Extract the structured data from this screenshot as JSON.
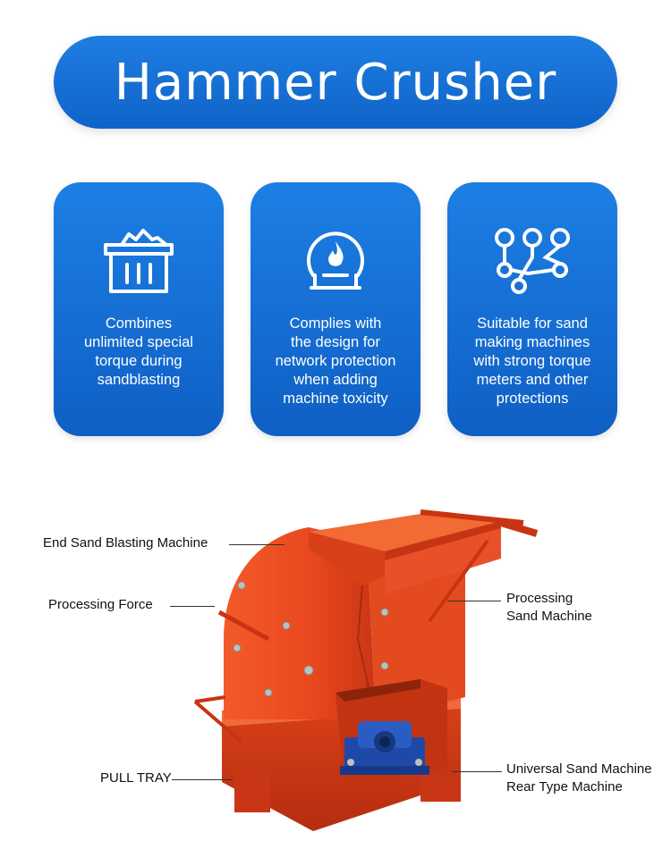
{
  "header": {
    "title": "Hammer Crusher"
  },
  "features": [
    {
      "icon": "building-icon",
      "lines": [
        "Combines",
        "unlimited special",
        "torque during",
        "sandblasting"
      ]
    },
    {
      "icon": "flame-safety-icon",
      "lines": [
        "Complies with",
        "the design for",
        "network protection",
        "when adding",
        "machine toxicity"
      ]
    },
    {
      "icon": "network-nodes-icon",
      "lines": [
        "Suitable for sand",
        "making machines",
        "with strong torque",
        "meters and other",
        "protections"
      ]
    }
  ],
  "callouts": {
    "end_sand": "End Sand Blasting Machine",
    "processing_force": "Processing Force",
    "pull_tray": "PULL TRAY",
    "processing_sand_1": "Processing",
    "processing_sand_2": "Sand Machine",
    "universal_1": "Universal Sand Machine",
    "universal_2": "Rear Type Machine"
  },
  "colors": {
    "brand_blue": "#1570d6",
    "machine_red": "#e8471e",
    "bearing_blue": "#1f49a8"
  }
}
